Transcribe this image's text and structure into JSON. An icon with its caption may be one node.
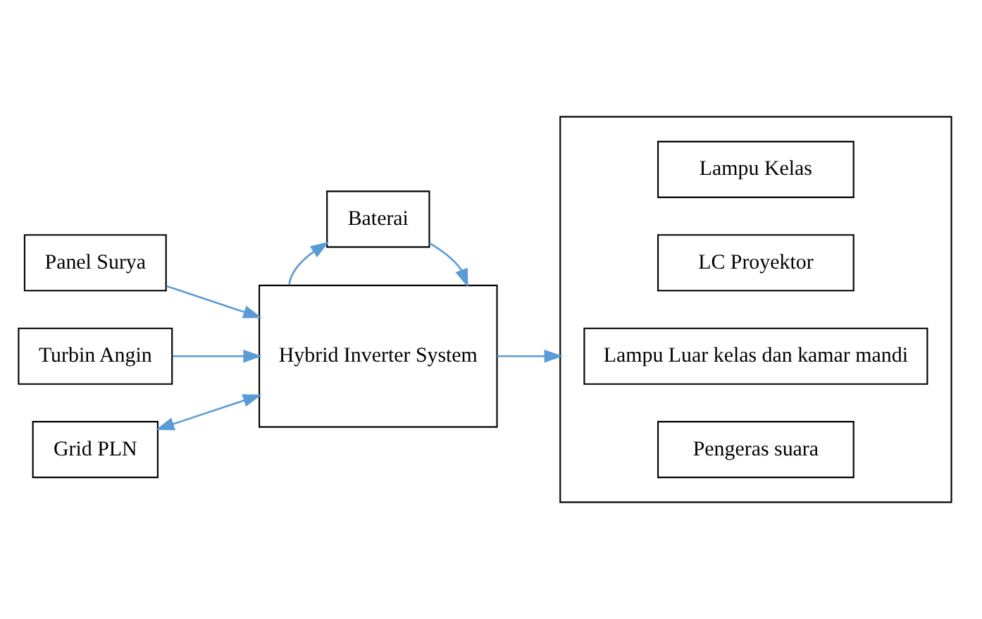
{
  "diagram": {
    "nodes": [
      {
        "text": [
          "Panel Surya"
        ]
      },
      {
        "text": [
          "Turbin Angin"
        ]
      },
      {
        "text": [
          "Grid PLN"
        ]
      },
      {
        "text": [
          "Hybrid Inverter System"
        ]
      },
      {
        "text": [],
        "shape": "box"
      },
      {
        "text": [
          "Lampu Kelas"
        ],
        "in": 4
      },
      {
        "text": [
          "LC Proyektor"
        ],
        "in": 4
      },
      {
        "text": [
          "Lampu Luar kelas dan kamar mandi"
        ],
        "in": 4
      },
      {
        "text": [
          "Pengeras suara"
        ],
        "in": 4
      },
      {
        "text": [
          "Baterai"
        ]
      }
    ],
    "edges": [
      {
        "from": 0,
        "to": 3,
        "arrow": "to"
      },
      {
        "from": 1,
        "to": 3,
        "arrow": "to"
      },
      {
        "from": 3,
        "to": 2,
        "arrow": "both"
      },
      {
        "from": 3,
        "to": 4,
        "arrow": "to"
      },
      {
        "from": 9,
        "to": 3,
        "arrow": "to"
      },
      {
        "from": 3,
        "to": 9,
        "arrow": "to"
      }
    ]
  }
}
